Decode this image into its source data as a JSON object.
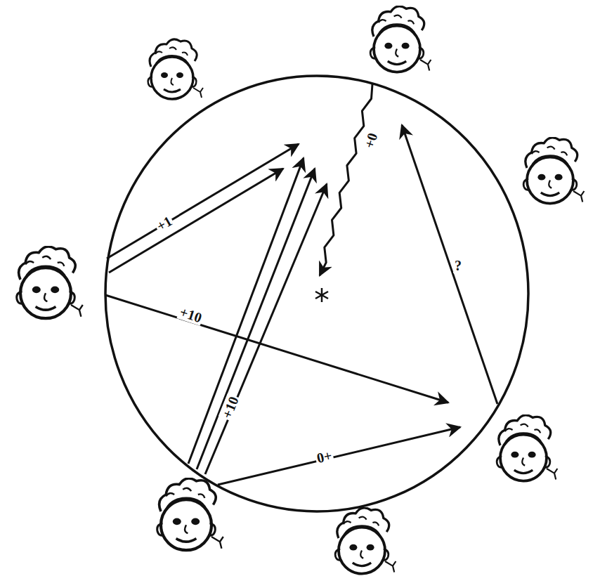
{
  "diagram": {
    "labels": [
      "+1",
      "+10",
      "+10",
      "0+",
      "?",
      "+0"
    ]
  }
}
